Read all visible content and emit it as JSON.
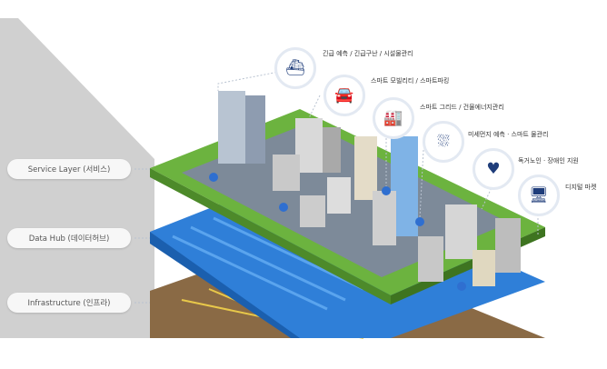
{
  "layers": [
    {
      "label": "Service Layer (서비스)"
    },
    {
      "label": "Data Hub (데이터허브)"
    },
    {
      "label": "Infrastructure (인프라)"
    }
  ],
  "services": [
    {
      "label": "긴급 예측 / 긴급구난 / 시설물관리",
      "icon": "ship-icon",
      "glyph": "⛴"
    },
    {
      "label": "스마트 모빌리티 / 스마트파킹",
      "icon": "car-icon",
      "glyph": "🚘"
    },
    {
      "label": "스마트 그리드 / 건물에너지관리",
      "icon": "building-energy-icon",
      "glyph": "🏭"
    },
    {
      "label": "미세먼지 예측 · 스마트 물관리",
      "icon": "dust-icon",
      "glyph": "⛆"
    },
    {
      "label": "독거노인 · 장애인 지원",
      "icon": "heart-hands-icon",
      "glyph": "♥"
    },
    {
      "label": "디지털 마켓",
      "icon": "monitor-cart-icon",
      "glyph": "🖥"
    }
  ],
  "colors": {
    "green": "#6cb33f",
    "blue": "#2f7fd8",
    "brown": "#8a6a45",
    "gray": "#cfcfcf"
  }
}
